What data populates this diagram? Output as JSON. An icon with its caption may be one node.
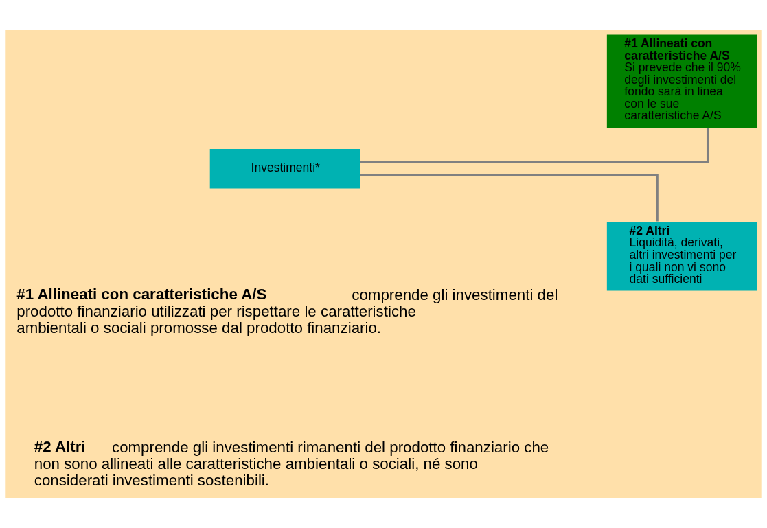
{
  "diagram": {
    "nodes": [
      {
        "text": [
          "Investimenti*"
        ]
      },
      {
        "text": [
          "#1 Allineati con caratteristiche A/S",
          "Si prevede che il 90% degli investimenti del fondo sarà in linea con le sue caratteristiche A/S"
        ]
      },
      {
        "text": [
          "#2 Altri",
          "Liquidità, derivati, altri investimenti per i quali non vi sono dati sufficienti"
        ]
      }
    ],
    "edges": [
      {
        "from": 0,
        "to": 1,
        "arrow": "none"
      },
      {
        "from": 0,
        "to": 2,
        "arrow": "none"
      }
    ],
    "labels": [
      "**#1 Allineati con caratteristiche A/S** comprende gli investimenti del prodotto finanziario utilizzati per rispettare le caratteristiche ambientali o sociali promosse dal prodotto finanziario.",
      "**#2 Altri** comprende gli investimenti rimanenti del prodotto finanziario che non sono allineati alle caratteristiche ambientali o sociali, né sono considerati investimenti sostenibili."
    ]
  }
}
